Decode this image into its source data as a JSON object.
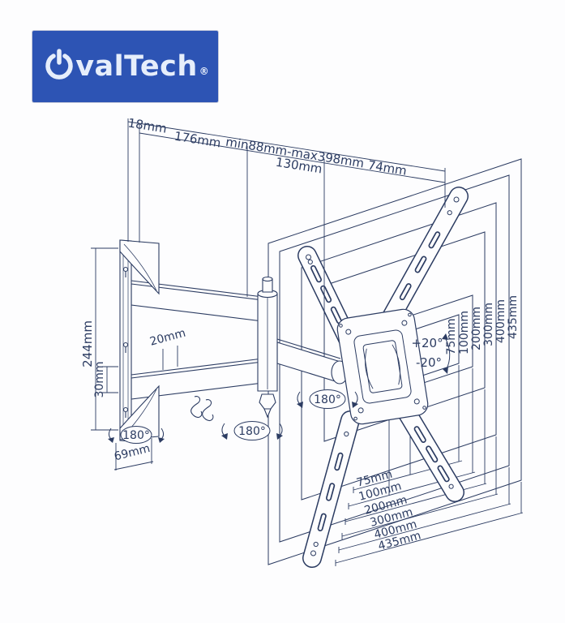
{
  "logo": {
    "brand": "OvalTech",
    "brand_rest": "valTech",
    "registered": "®",
    "bg_color": "#2d54b4",
    "text_color": "#e6eefb"
  },
  "colors": {
    "line": "#2c3c62",
    "background": "#fdfdfe"
  },
  "dim": {
    "top": {
      "d18": "18mm",
      "d176": "176mm",
      "dminmax": "min88mm-max398mm",
      "d130": "130mm",
      "d74": "74mm"
    },
    "left": {
      "d244": "244mm",
      "d30": "30mm",
      "d20": "20mm",
      "d69": "69mm"
    },
    "rot": {
      "wall": "180°",
      "arm": "180°",
      "plate": "180°"
    },
    "tilt": {
      "plus": "+20°",
      "minus": "-20°"
    }
  },
  "vesa": {
    "right_labels": [
      "75mm",
      "100mm",
      "200mm",
      "300mm",
      "400mm",
      "435mm"
    ],
    "bottom_labels": [
      "75mm",
      "100mm",
      "200mm",
      "300mm",
      "400mm",
      "435mm"
    ]
  }
}
